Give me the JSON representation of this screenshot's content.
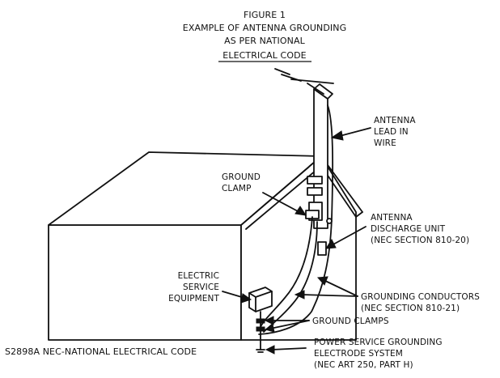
{
  "title": {
    "line1": "FIGURE 1",
    "line2": "EXAMPLE OF ANTENNA GROUNDING",
    "line3": "AS PER NATIONAL",
    "line4": "ELECTRICAL CODE"
  },
  "labels": {
    "antenna_lead": [
      "ANTENNA",
      "LEAD IN",
      "WIRE"
    ],
    "ground_clamp": [
      "GROUND",
      "CLAMP"
    ],
    "discharge_unit": [
      "ANTENNA",
      "DISCHARGE UNIT",
      "(NEC SECTION 810-20)"
    ],
    "electric_service": [
      "ELECTRIC",
      "SERVICE",
      "EQUIPMENT"
    ],
    "grounding_conductors": [
      "GROUNDING CONDUCTORS",
      "(NEC SECTION 810-21)"
    ],
    "ground_clamps": "GROUND CLAMPS",
    "power_service": [
      "POWER SERVICE GROUNDING",
      "ELECTRODE SYSTEM",
      "(NEC ART 250, PART H)"
    ]
  },
  "footer": "S2898A  NEC-NATIONAL ELECTRICAL CODE"
}
